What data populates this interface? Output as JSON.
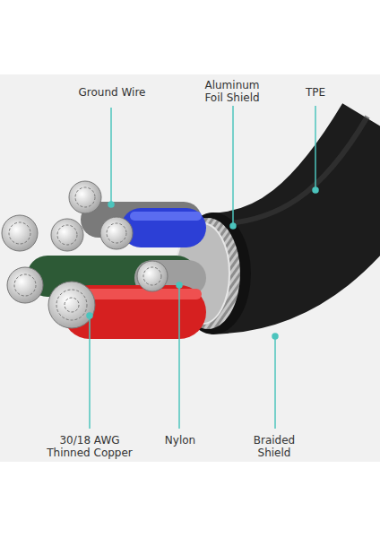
{
  "diagram": {
    "labels": [
      "Ground Wire",
      "Aluminum Foil Shield",
      "TPE",
      "30/18 AWG Thinned Copper",
      "Nylon",
      "Braided Shield"
    ]
  }
}
